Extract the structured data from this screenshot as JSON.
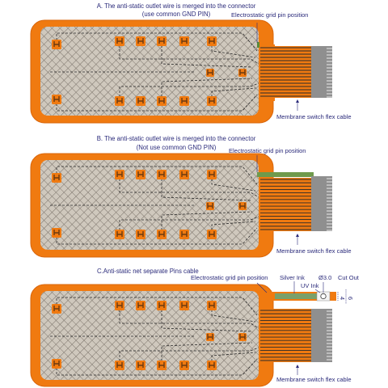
{
  "colors": {
    "substrate": "#f07a10",
    "substrate_edge": "#d9650a",
    "mesh_bg": "#cfc8bd",
    "mesh_line": "#8a8178",
    "pad": "#f07a10",
    "trace": "#2a2a2a",
    "connector": "#8f8f8f",
    "silver": "#7aa06a",
    "label": "#2a2a7a"
  },
  "panels": [
    {
      "title_line1": "A. The anti-static outlet wire is merged into the connector",
      "title_line2": "(use common GND PIN)",
      "grid_pin_label": "Electrostatic grid pin position",
      "cable_label": "Membrane switch flex cable"
    },
    {
      "title_line1": "B. The anti-static outlet wire is merged into the connector",
      "title_line2": "(Not use common GND PIN)",
      "grid_pin_label": "Electrostatic grid pin position",
      "cable_label": "Membrane switch flex cable"
    },
    {
      "title_line1": "C.Anti-static net separate Pins cable",
      "title_line2": "",
      "grid_pin_label": "Electrostatic grid pin position",
      "silver_ink_label": "Silver Ink",
      "uv_ink_label": "UV Ink",
      "hole_label": "Ø3.0",
      "cut_out_label": "Cut  Out",
      "dim_small": "4",
      "dim_large": "6",
      "cable_label": "Membrane switch flex cable"
    }
  ]
}
